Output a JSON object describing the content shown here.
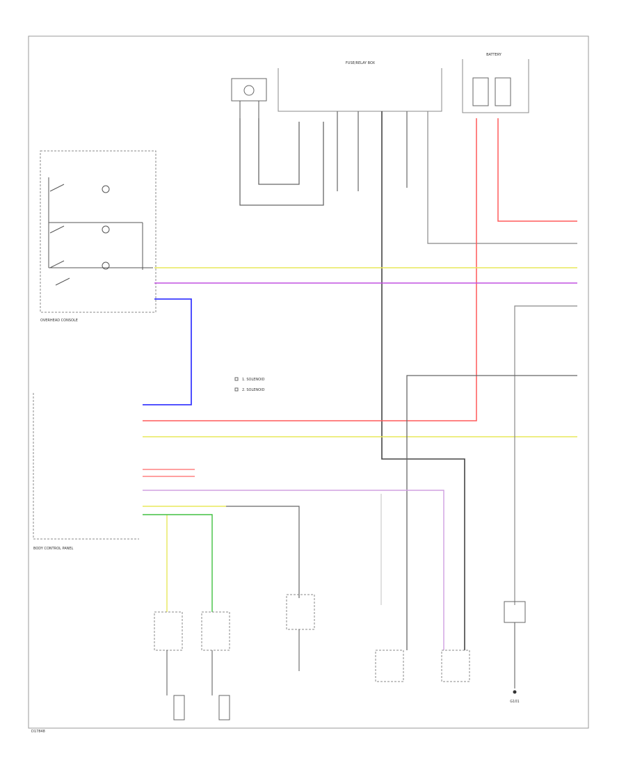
{
  "page": {
    "footer_code": "D17848"
  },
  "colors": {
    "frame": "#888888",
    "wire_black": "#555555",
    "wire_red": "#ff5a5a",
    "wire_yellow": "#e8e85a",
    "wire_purple": "#c050e0",
    "wire_blue": "#3a3aff",
    "wire_green": "#40c040",
    "wire_pink": "#f0a0c0",
    "wire_gray": "#999999"
  },
  "components": {
    "overhead_console": {
      "label": "OVERHEAD CONSOLE"
    },
    "body_control_panel": {
      "label": "BODY CONTROL\nPANEL"
    },
    "fuse_box": {
      "label": "FUSE/RELAY BOX"
    },
    "battery_box": {
      "label": "BATTERY"
    },
    "ground": {
      "label": "G101"
    }
  },
  "legend": {
    "item1": "1. SOLENOID",
    "item2": "2. SOLENOID"
  },
  "legend_icons": {
    "l1": "square-icon",
    "l2": "square-icon"
  }
}
